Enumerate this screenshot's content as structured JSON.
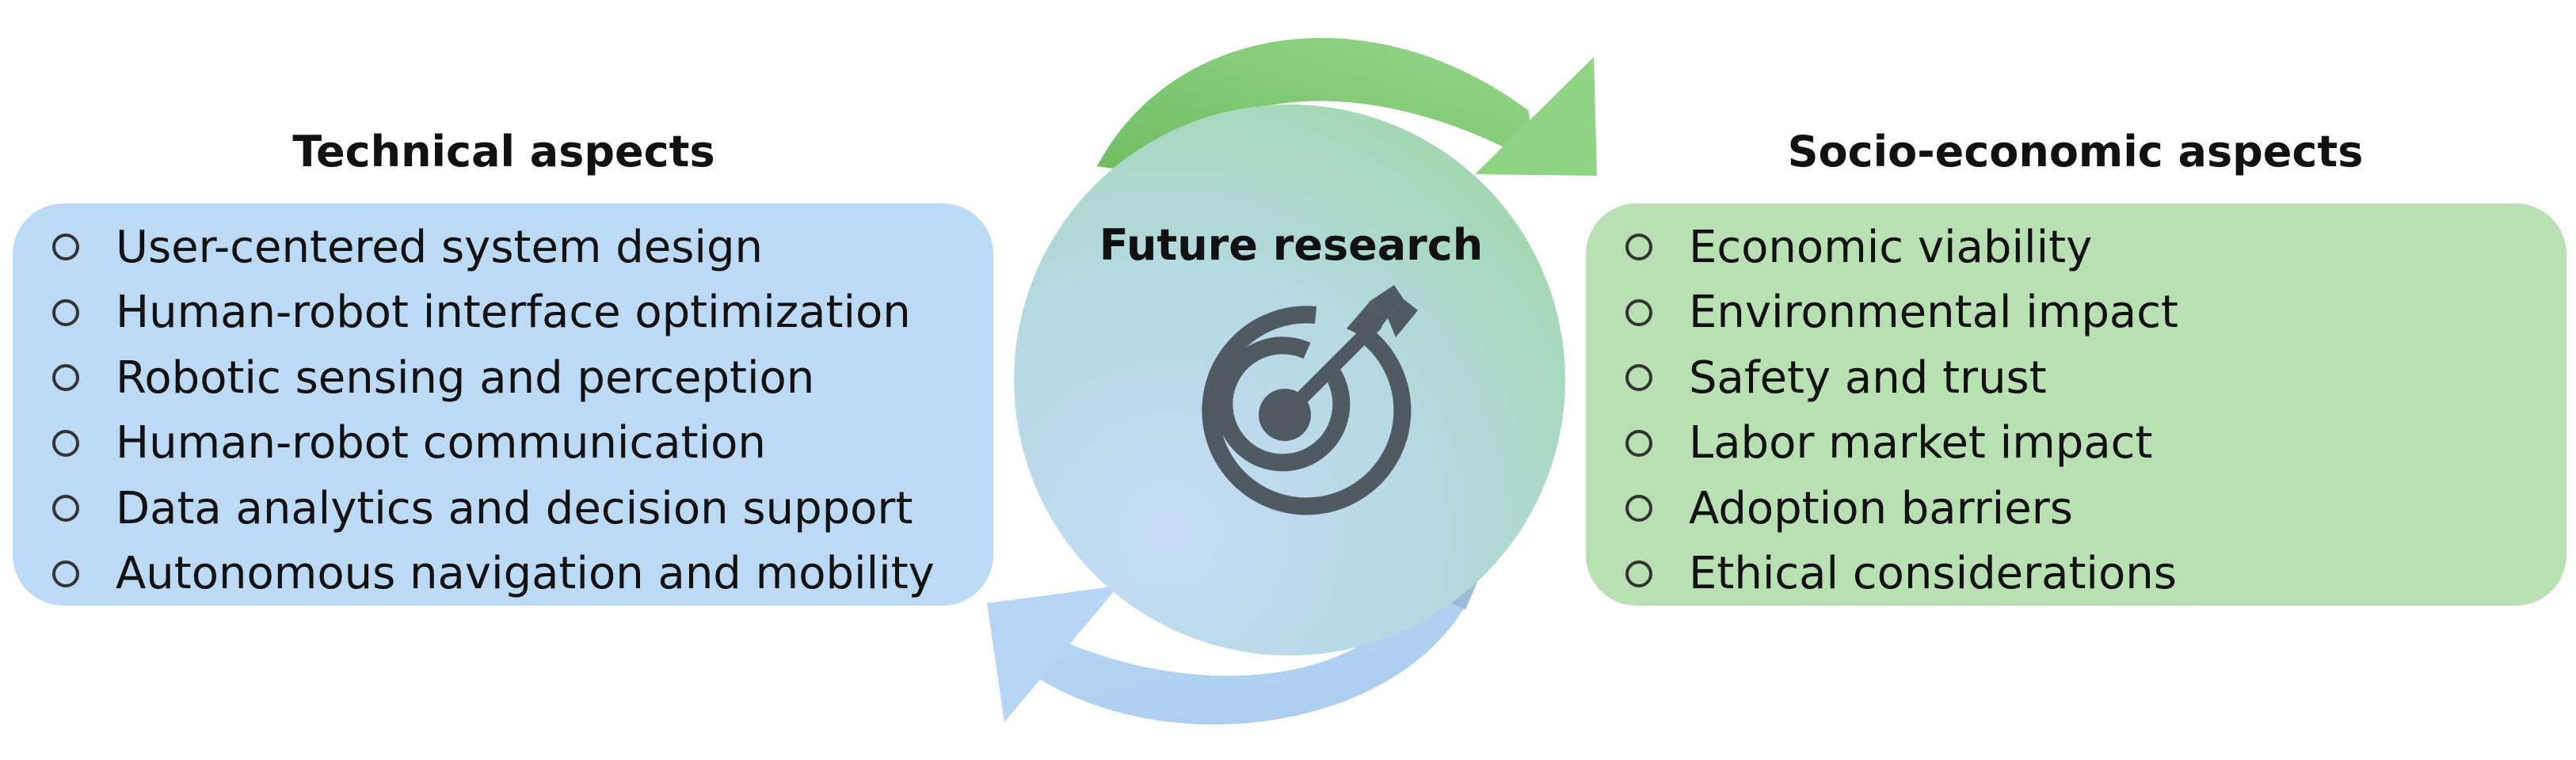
{
  "technical": {
    "heading": "Technical aspects",
    "items": [
      "User-centered system design",
      "Human-robot interface optimization",
      "Robotic sensing and perception",
      "Human-robot communication",
      "Data analytics and decision support",
      "Autonomous navigation and mobility"
    ]
  },
  "center": {
    "title": "Future research",
    "icon": "target-with-arrow-icon"
  },
  "socio": {
    "heading": "Socio-economic aspects",
    "items": [
      "Economic viability",
      "Environmental impact",
      "Safety and trust",
      "Labor market impact",
      "Adoption barriers",
      "Ethical considerations"
    ]
  },
  "colors": {
    "technical_panel": "#bcd9f5",
    "socio_panel": "#b9e0b3",
    "green_arrow": "#86cf7a",
    "blue_arrow": "#b3d2f3",
    "icon": "#4f5a63"
  }
}
